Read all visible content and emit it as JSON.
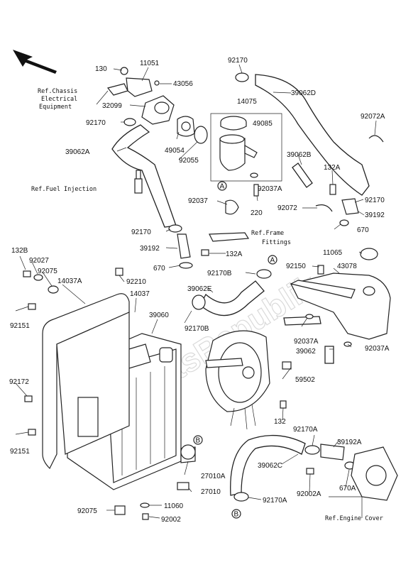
{
  "watermark": "PartsRepublik",
  "refs": {
    "chassis": [
      "Ref.Chassis",
      "Electrical",
      "Equipment"
    ],
    "fuel": "Ref.Fuel Injection",
    "frame": [
      "Ref.Frame",
      "Fittings"
    ],
    "engine_cover": "Ref.Engine Cover"
  },
  "callouts": [
    "A",
    "A",
    "B",
    "B"
  ],
  "labels": {
    "p130": "130",
    "p11051": "11051",
    "p43056": "43056",
    "p32099": "32099",
    "p92170_a": "92170",
    "p39062A": "39062A",
    "p92170_top": "92170",
    "p14075": "14075",
    "p49085": "49085",
    "p39062D": "39062D",
    "p92072A": "92072A",
    "p49054": "49054",
    "p92055": "92055",
    "p39062B": "39062B",
    "p132A_top": "132A",
    "p92037A_1": "92037A",
    "p92170_r": "92170",
    "p92037": "92037",
    "p220": "220",
    "p92072": "92072",
    "p39192": "39192",
    "p670": "670",
    "p92170_m": "92170",
    "p39192_m": "39192",
    "p132A_m": "132A",
    "p670_m": "670",
    "p92170B": "92170B",
    "p11065": "11065",
    "p92150": "92150",
    "p43078": "43078",
    "p132B": "132B",
    "p92027": "92027",
    "p92075": "92075",
    "p14037A": "14037A",
    "p92210": "92210",
    "p14037": "14037",
    "p39062E": "39062E",
    "p92151": "92151",
    "p39060": "39060",
    "p92170B_2": "92170B",
    "p92037A_2": "92037A",
    "p39062": "39062",
    "p92037A_3": "92037A",
    "p92172": "92172",
    "p59502": "59502",
    "p132": "132",
    "p92170A": "92170A",
    "p39192A": "39192A",
    "p92151_2": "92151",
    "p39062C": "39062C",
    "p27010A": "27010A",
    "p27010": "27010",
    "p92002A": "92002A",
    "p670A": "670A",
    "p92075_2": "92075",
    "p11060": "11060",
    "p92002": "92002",
    "p92170A_2": "92170A"
  }
}
